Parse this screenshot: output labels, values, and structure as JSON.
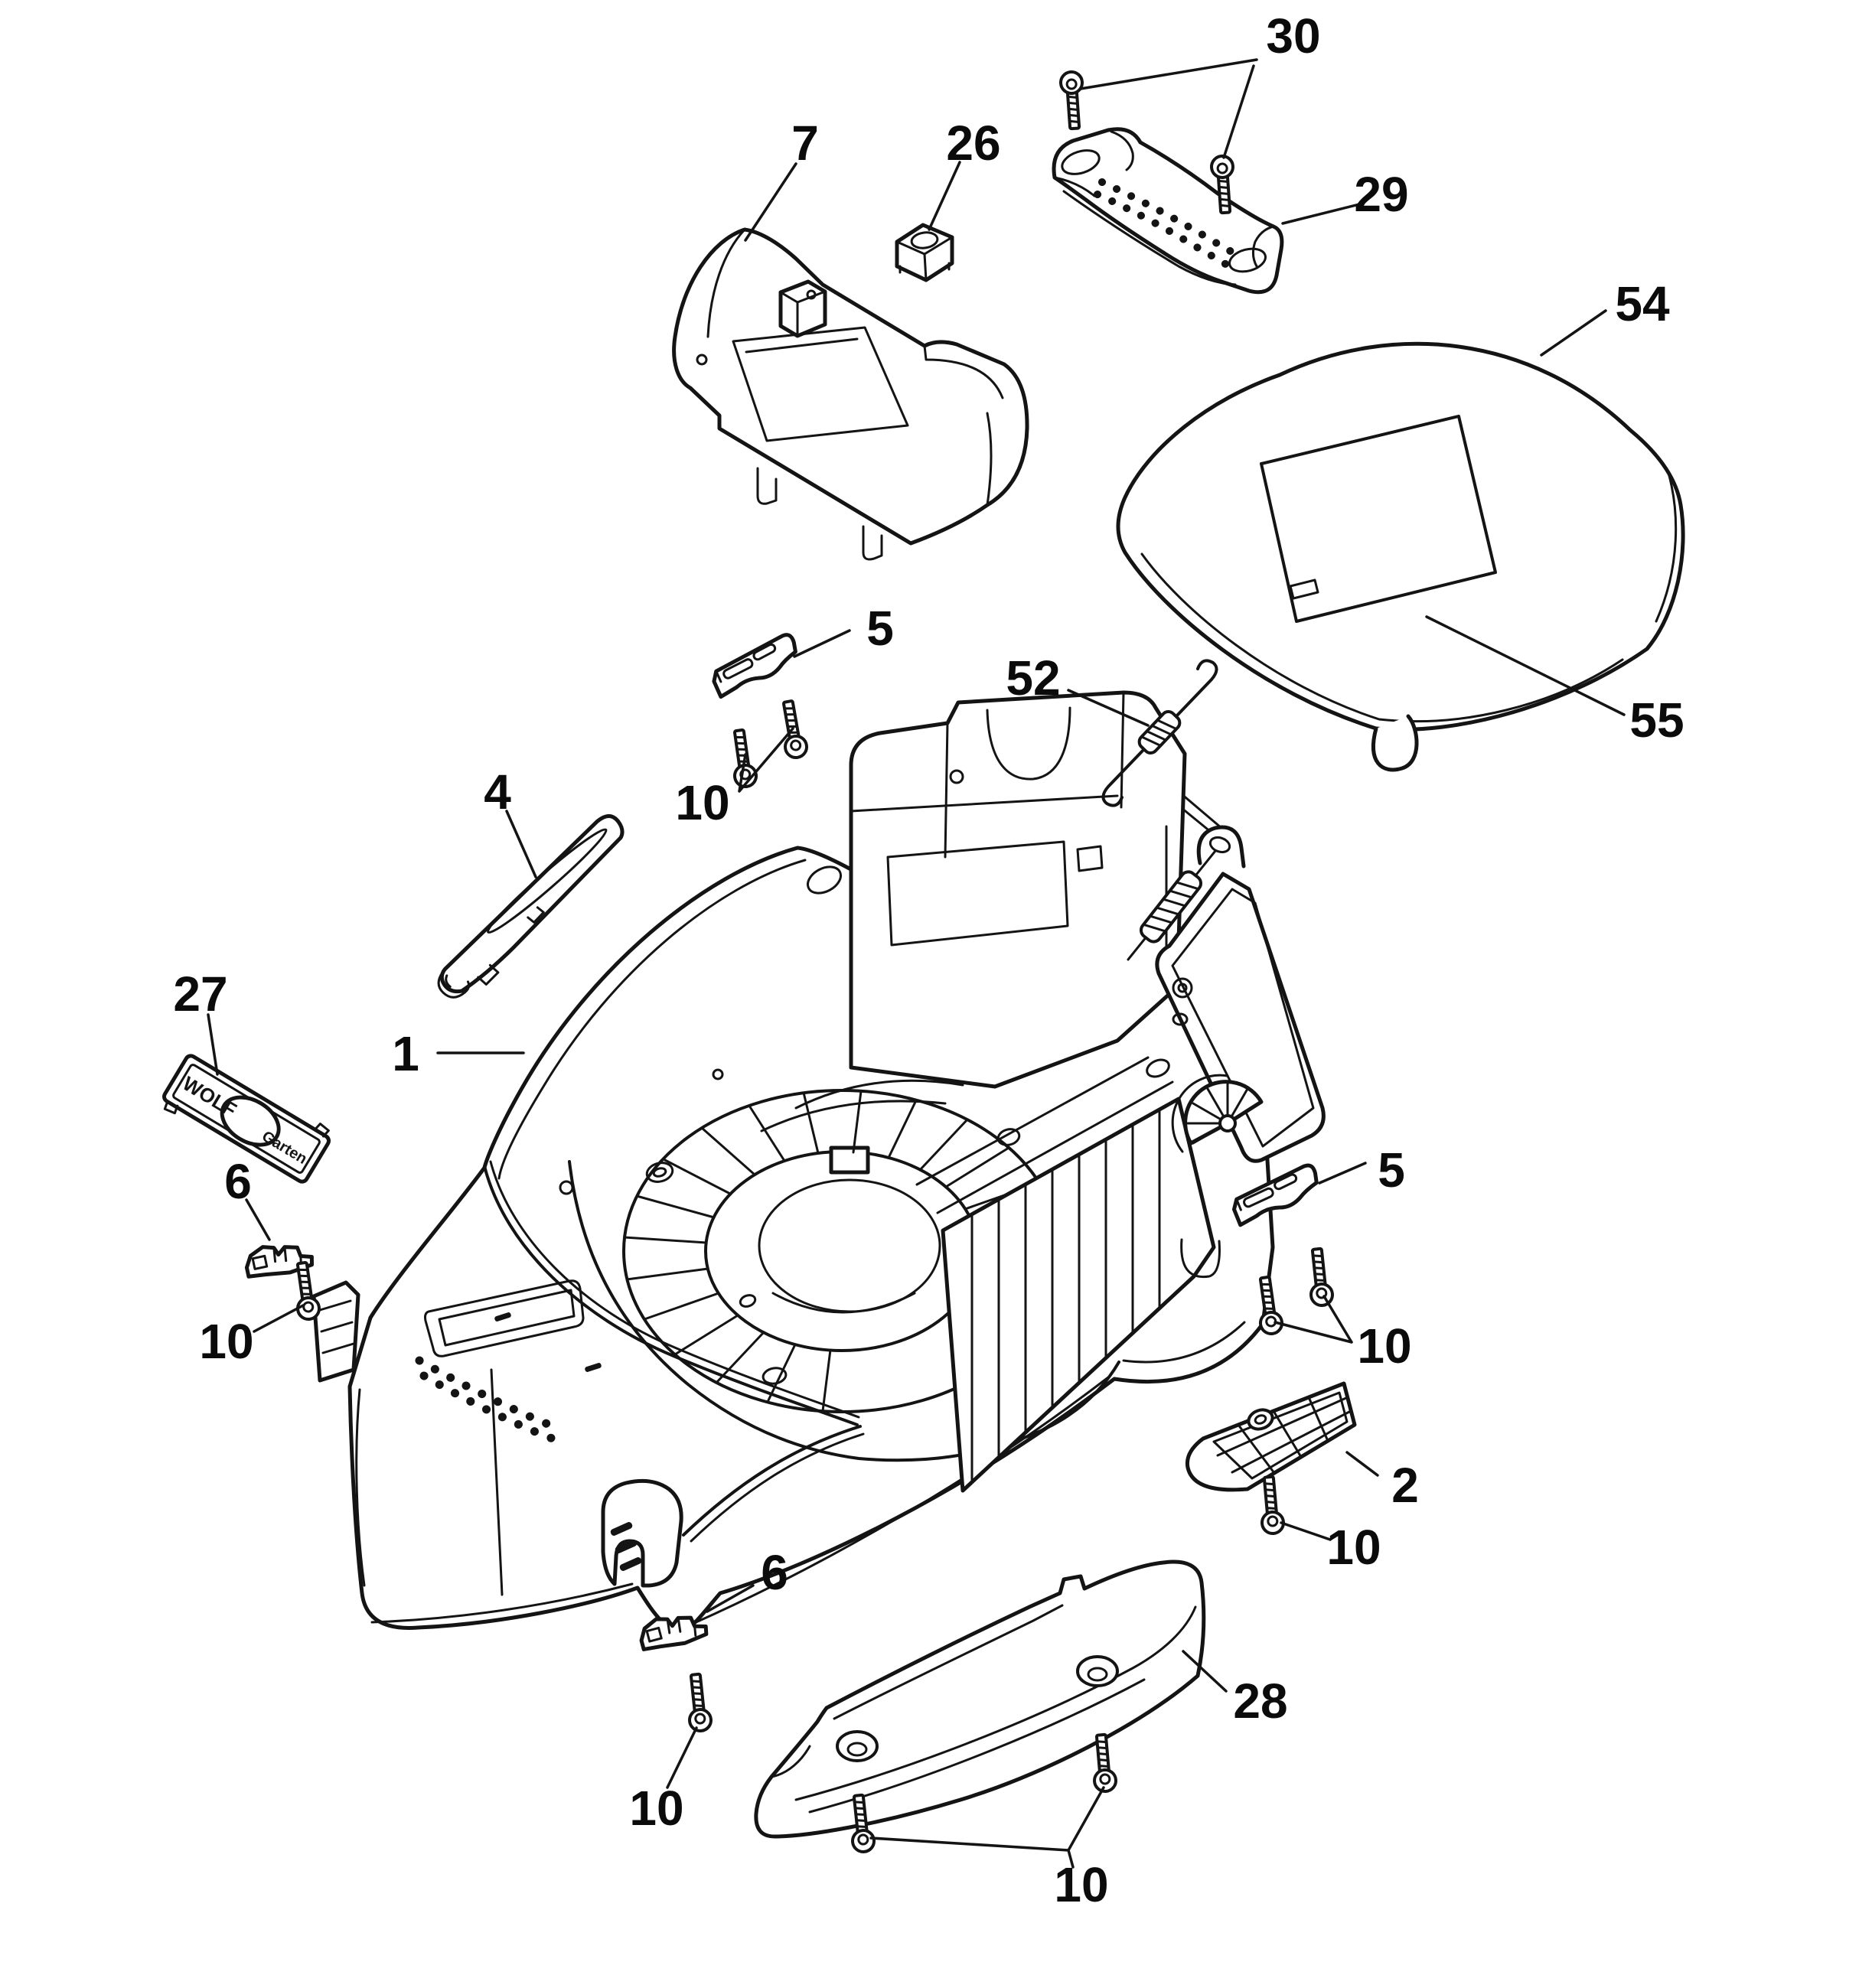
{
  "figure": {
    "type": "exploded-parts-diagram",
    "background": "#ffffff",
    "line_color": "#141414",
    "label_color": "#0b0b0b"
  },
  "brand_plate": {
    "word1": "WOLF",
    "word2": "Garten"
  },
  "callouts": [
    {
      "label": "30",
      "part": "handle-screws"
    },
    {
      "label": "7",
      "part": "motor-cover"
    },
    {
      "label": "26",
      "part": "cap-block"
    },
    {
      "label": "29",
      "part": "carry-handle"
    },
    {
      "label": "54",
      "part": "rear-flap"
    },
    {
      "label": "55",
      "part": "flap-decal"
    },
    {
      "label": "52",
      "part": "tension-spring"
    },
    {
      "label": "5",
      "part": "clamp-left"
    },
    {
      "label": "10",
      "part": "screws-top"
    },
    {
      "label": "4",
      "part": "trim-strip"
    },
    {
      "label": "27",
      "part": "brand-plate"
    },
    {
      "label": "1",
      "part": "deck-housing"
    },
    {
      "label": "6",
      "part": "clip-left"
    },
    {
      "label": "10",
      "part": "screw-left"
    },
    {
      "label": "5",
      "part": "clamp-right"
    },
    {
      "label": "10",
      "part": "screws-right"
    },
    {
      "label": "2",
      "part": "mulch-grille"
    },
    {
      "label": "10",
      "part": "screw-under-grille"
    },
    {
      "label": "6",
      "part": "clip-front"
    },
    {
      "label": "10",
      "part": "screw-front"
    },
    {
      "label": "28",
      "part": "front-bumper"
    },
    {
      "label": "10",
      "part": "screws-bumper"
    }
  ]
}
